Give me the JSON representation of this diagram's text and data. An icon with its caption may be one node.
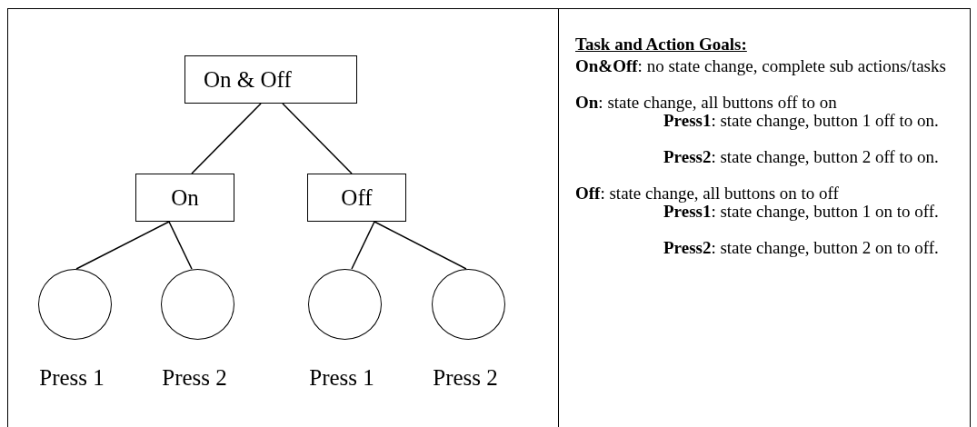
{
  "diagram": {
    "nodes": [
      {
        "text": [
          "On & Off"
        ]
      },
      {
        "text": [
          "On"
        ]
      },
      {
        "text": [
          "Off"
        ]
      },
      {
        "text": [],
        "shape": "circle",
        "beside": [
          "Press 1"
        ]
      },
      {
        "text": [],
        "shape": "circle",
        "beside": [
          "Press 2"
        ]
      },
      {
        "text": [],
        "shape": "circle",
        "beside": [
          "Press 1"
        ]
      },
      {
        "text": [],
        "shape": "circle",
        "beside": [
          "Press 2"
        ]
      }
    ],
    "edges": [
      {
        "from": 0,
        "to": 1,
        "arrow": "none"
      },
      {
        "from": 0,
        "to": 2,
        "arrow": "none"
      },
      {
        "from": 1,
        "to": 3,
        "arrow": "none"
      },
      {
        "from": 1,
        "to": 4,
        "arrow": "none"
      },
      {
        "from": 2,
        "to": 5,
        "arrow": "none"
      },
      {
        "from": 2,
        "to": 6,
        "arrow": "none"
      }
    ],
    "labels": [
      "Task and Action Goals:",
      "**On&Off**: no state change, complete sub actions/tasks",
      "**On**: state change, all buttons off to on",
      "**Press1**: state change, button 1 off to on.",
      "**Press2**: state change, button 2 off to on.",
      "**Off**: state change, all buttons on to off",
      "**Press1**: state change, button 1 on to off.",
      "**Press2**: state change, button 2 on to off."
    ]
  }
}
